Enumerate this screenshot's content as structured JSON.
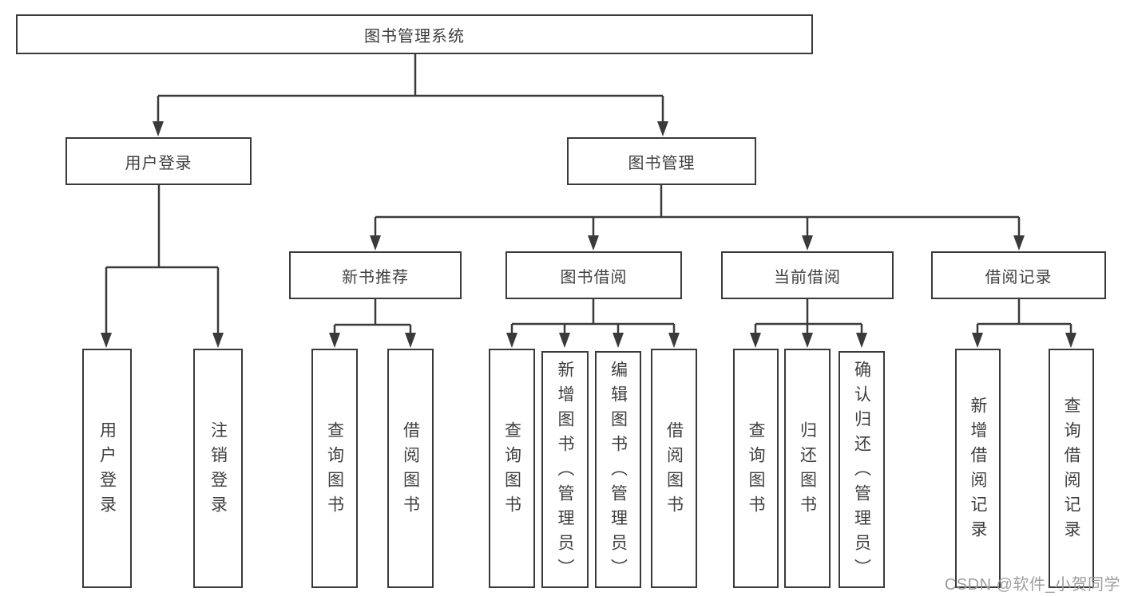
{
  "diagram_type": "hierarchy-tree",
  "root": {
    "label": "图书管理系统"
  },
  "level2": {
    "user_login": {
      "label": "用户登录"
    },
    "book_mgmt": {
      "label": "图书管理"
    }
  },
  "level3": {
    "new_book_rec": {
      "label": "新书推荐"
    },
    "book_borrow": {
      "label": "图书借阅"
    },
    "current_borrow": {
      "label": "当前借阅"
    },
    "borrow_records": {
      "label": "借阅记录"
    }
  },
  "leaves": {
    "user_login": {
      "label": "用户登录"
    },
    "logout": {
      "label": "注销登录"
    },
    "query_book_rec": {
      "label": "查询图书"
    },
    "borrow_book_rec": {
      "label": "借阅图书"
    },
    "query_book_bor": {
      "label": "查询图书"
    },
    "add_book": {
      "label": "新增图书（管理员）"
    },
    "edit_book": {
      "label": "编辑图书（管理员）"
    },
    "borrow_book_bor": {
      "label": "借阅图书"
    },
    "query_book_cur": {
      "label": "查询图书"
    },
    "return_book": {
      "label": "归还图书"
    },
    "confirm_return": {
      "label": "确认归还（管理员）"
    },
    "add_record": {
      "label": "新增借阅记录"
    },
    "query_record": {
      "label": "查询借阅记录"
    }
  },
  "hierarchy": {
    "图书管理系统": [
      "用户登录",
      "图书管理"
    ],
    "用户登录": [
      "用户登录",
      "注销登录"
    ],
    "图书管理": [
      "新书推荐",
      "图书借阅",
      "当前借阅",
      "借阅记录"
    ],
    "新书推荐": [
      "查询图书",
      "借阅图书"
    ],
    "图书借阅": [
      "查询图书",
      "新增图书（管理员）",
      "编辑图书（管理员）",
      "借阅图书"
    ],
    "当前借阅": [
      "查询图书",
      "归还图书",
      "确认归还（管理员）"
    ],
    "借阅记录": [
      "新增借阅记录",
      "查询借阅记录"
    ]
  },
  "watermark": {
    "text": "CSDN @软件_小贺同学"
  },
  "colors": {
    "line": "#3a3a3a",
    "text": "#3f3f3f",
    "background": "#ffffff",
    "watermark": "#9d9d9d"
  }
}
